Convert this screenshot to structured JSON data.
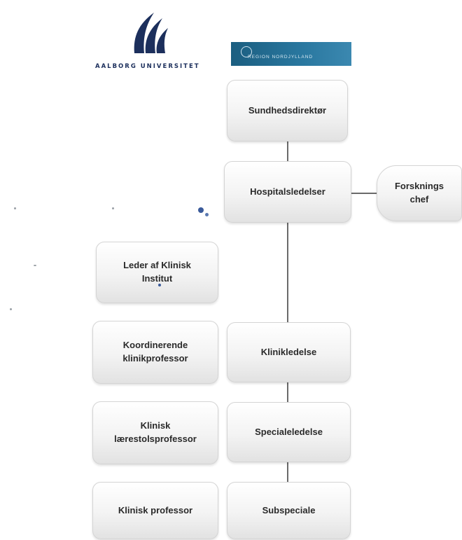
{
  "logos": {
    "aalborg_university": "AALBORG UNIVERSITET",
    "region": "REGION NORDJYLLAND"
  },
  "org_chart": {
    "sundhedsdirektor": "Sundhedsdirektør",
    "hospitalsledelser": "Hospitalsledelser",
    "forskningschef": "Forsknings\nchef",
    "leder_klinisk_institut": "Leder af Klinisk\nInstitut",
    "koordinerende_klinikprofessor": "Koordinerende\nklinikprofessor",
    "klinikledelse": "Klinikledelse",
    "klinisk_laerestolsprofessor": "Klinisk\nlærestolsprofessor",
    "specialeledelse": "Specialeledelse",
    "klinisk_professor": "Klinisk professor",
    "subspeciale": "Subspeciale"
  },
  "colors": {
    "box_fill": "#f3f3f3",
    "box_border": "#d4d4d4",
    "connector": "#6a6a6a",
    "aau_navy": "#1c2f5c",
    "region_teal": "#2a78a0"
  }
}
